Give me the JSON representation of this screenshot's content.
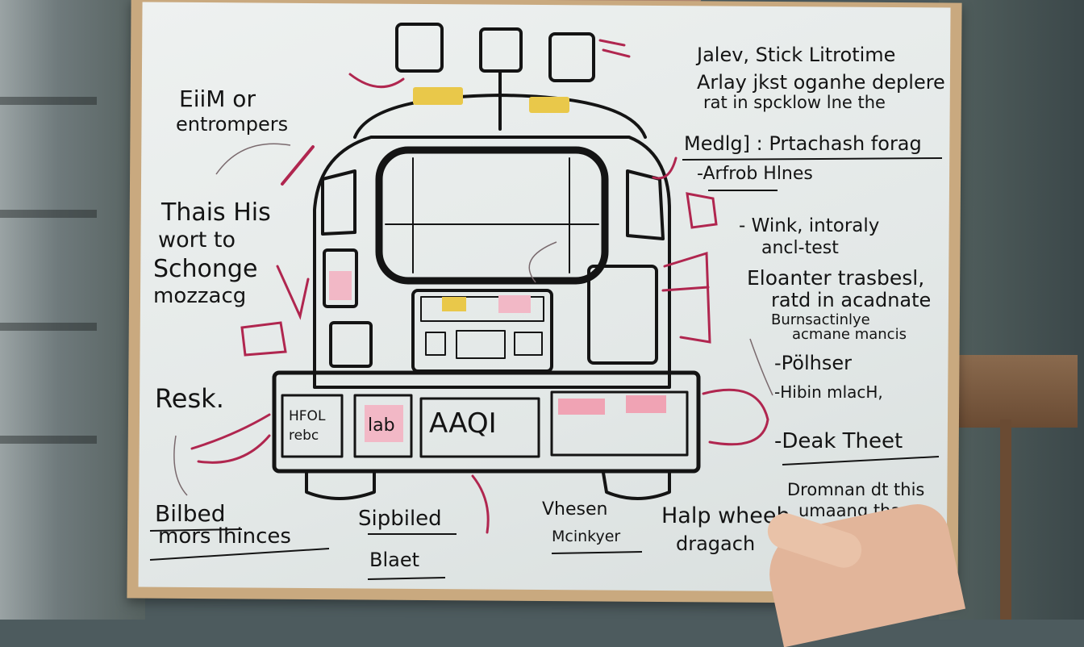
{
  "board_notes": {
    "top_right_1": "Jalev, Stick Litrotime",
    "top_right_2": "Arlay jkst oganhe deplere",
    "top_right_3": "rat in spcklow lne the",
    "left_1": "EiiM or",
    "left_2": "entrompers",
    "left_3": "Thais His",
    "left_4": "wort to",
    "left_5": "Schonge",
    "left_6": "mozzacg",
    "left_7": "Resk.",
    "right_1": "Medlg] : Prtachash forag",
    "right_2": "-Arfrob Hlnes",
    "right_3": "- Wink, intoraly",
    "right_4": "ancl-test",
    "right_5": "Eloanter trasbesl,",
    "right_6": "ratd in acadnate",
    "right_7": "Burnsactinlye",
    "right_8": "acmane mancis",
    "right_9": "-Pölhser",
    "right_10": "-Hibin mlacH,",
    "right_11": "-Deak Theet",
    "bottom_1": "Bilbed",
    "bottom_2": "mors lhinces",
    "bottom_3": "Sipbiled",
    "bottom_4": "Blaet",
    "bottom_5": "Vhesen",
    "bottom_6": "Mcinkyer",
    "bottom_7": "Halp wheeh",
    "bottom_8": "dragach",
    "bottom_9": "Dromnan dt this",
    "bottom_10": "umaang thar",
    "panel_1": "HFOL",
    "panel_2": "rebc",
    "panel_3": "lab",
    "panel_4": "AAQI"
  },
  "colors": {
    "ink": "#141414",
    "accent_red": "#b0264f",
    "accent_yellow": "#e9c84a",
    "accent_pink": "#f2b8c6",
    "board": "#e8ecec",
    "frame": "#c9a97f"
  }
}
